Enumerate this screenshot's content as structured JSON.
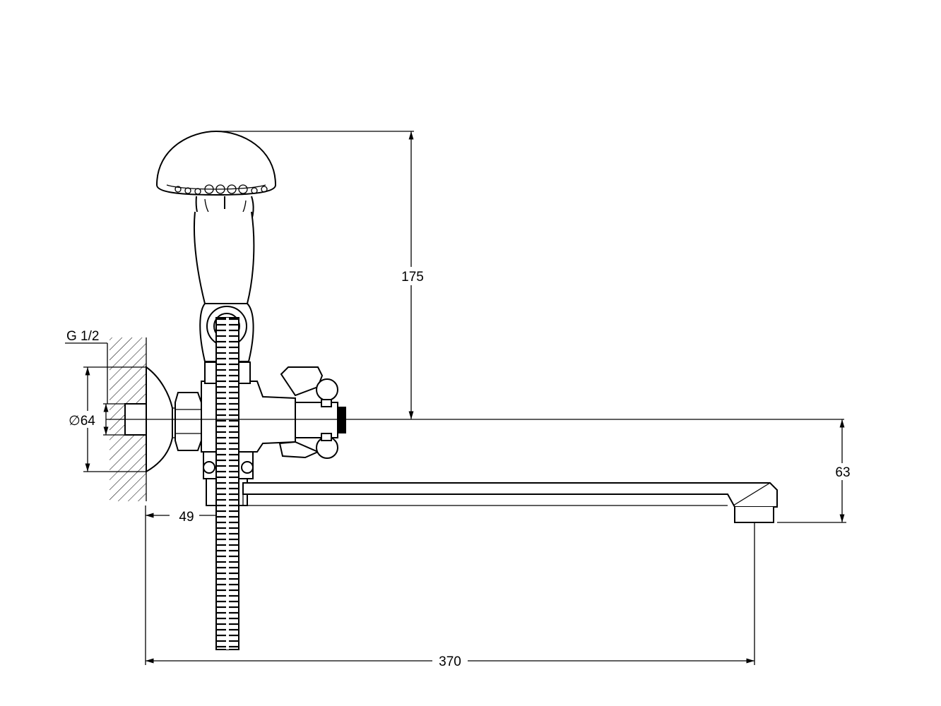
{
  "drawing": {
    "labels": {
      "thread": "G 1/2",
      "diameter": "∅64",
      "height_total": "175",
      "spout_drop": "63",
      "wall_offset": "49",
      "spout_length": "370"
    }
  }
}
